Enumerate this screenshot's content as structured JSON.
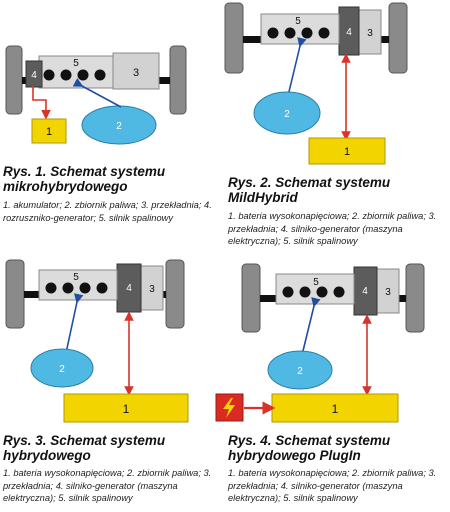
{
  "figures": [
    {
      "title_line1": "Rys. 1. Schemat systemu",
      "title_line2": "mikrohybrydowego",
      "legend": "1. akumulator; 2. zbiornik paliwa; 3. przekładnia; 4. rozruszniko-generator; 5. silnik spalinowy",
      "labels": {
        "battery": "1",
        "tank": "2",
        "gearbox": "3",
        "generator": "4",
        "engine": "5"
      }
    },
    {
      "title_line1": "Rys. 2. Schemat systemu",
      "title_line2": "MildHybrid",
      "legend": "1. bateria wysokonapięciowa; 2. zbiornik paliwa; 3. przekładnia; 4. silniko-generator (maszyna elektryczna); 5. silnik spalinowy",
      "labels": {
        "battery": "1",
        "tank": "2",
        "gearbox": "3",
        "generator": "4",
        "engine": "5"
      }
    },
    {
      "title_line1": "Rys. 3. Schemat systemu",
      "title_line2": "hybrydowego",
      "legend": "1. bateria wysokonapięciowa; 2. zbiornik paliwa; 3. przekładnia; 4. silniko-generator (maszyna elektryczna); 5. silnik spalinowy",
      "labels": {
        "battery": "1",
        "tank": "2",
        "gearbox": "3",
        "generator": "4",
        "engine": "5"
      }
    },
    {
      "title_line1": "Rys. 4. Schemat systemu",
      "title_line2": "hybrydowego PlugIn",
      "legend": "1. bateria wysokonapięciowa; 2. zbiornik paliwa; 3. przekładnia; 4. silniko-generator (maszyna elektryczna); 5. silnik spalinowy",
      "labels": {
        "battery": "1",
        "tank": "2",
        "gearbox": "3",
        "generator": "4",
        "engine": "5"
      },
      "plug_icon": "lightning-bolt-icon"
    }
  ],
  "colors": {
    "battery": "#f2d400",
    "tank": "#4fb8e3",
    "wheel": "#8a8a8a",
    "generator": "#5c5c5c",
    "gearbox": "#d2d2d2",
    "engine": "#dcdcdc",
    "electric_link": "#d9342b",
    "fuel_link": "#1f4fa0",
    "plug": "#d92b22"
  }
}
